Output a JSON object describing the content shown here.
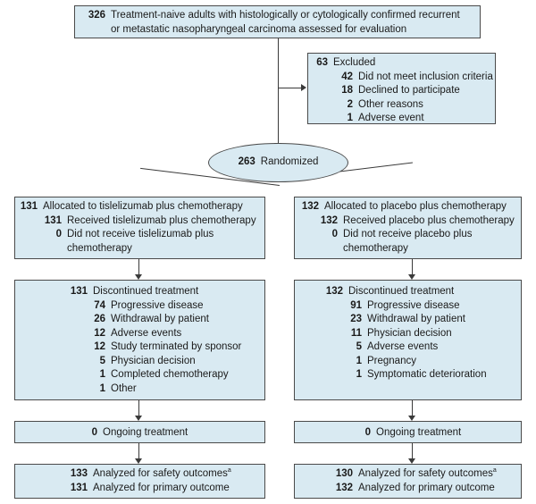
{
  "assessed": {
    "n": "326",
    "text1": "Treatment-naive adults with histologically or cytologically confirmed recurrent",
    "text2": "or metastatic nasopharyngeal carcinoma assessed for evaluation"
  },
  "excluded": {
    "n": "63",
    "label": "Excluded",
    "items": [
      {
        "n": "42",
        "label": "Did not meet inclusion criteria"
      },
      {
        "n": "18",
        "label": "Declined to participate"
      },
      {
        "n": "2",
        "label": "Other reasons"
      },
      {
        "n": "1",
        "label": "Adverse event"
      }
    ]
  },
  "randomized": {
    "n": "263",
    "label": "Randomized"
  },
  "left": {
    "allocated": {
      "n": "131",
      "label": "Allocated to tislelizumab plus chemotherapy"
    },
    "received": {
      "n": "131",
      "label": "Received tislelizumab plus chemotherapy"
    },
    "not_received": {
      "n": "0",
      "label1": "Did not receive tislelizumab plus",
      "label2": "chemotherapy"
    },
    "discontinued": {
      "n": "131",
      "label": "Discontinued treatment",
      "items": [
        {
          "n": "74",
          "label": "Progressive disease"
        },
        {
          "n": "26",
          "label": "Withdrawal by patient"
        },
        {
          "n": "12",
          "label": "Adverse events"
        },
        {
          "n": "12",
          "label": "Study terminated by sponsor"
        },
        {
          "n": "5",
          "label": "Physician decision"
        },
        {
          "n": "1",
          "label": "Completed chemotherapy"
        },
        {
          "n": "1",
          "label": "Other"
        }
      ]
    },
    "ongoing": {
      "n": "0",
      "label": "Ongoing treatment"
    },
    "safety": {
      "n": "133",
      "label": "Analyzed for safety outcomes",
      "sup": "a"
    },
    "primary": {
      "n": "131",
      "label": "Analyzed for primary outcome"
    }
  },
  "right": {
    "allocated": {
      "n": "132",
      "label": "Allocated to placebo plus chemotherapy"
    },
    "received": {
      "n": "132",
      "label": "Received placebo plus chemotherapy"
    },
    "not_received": {
      "n": "0",
      "label1": "Did not receive placebo plus",
      "label2": "chemotherapy"
    },
    "discontinued": {
      "n": "132",
      "label": "Discontinued treatment",
      "items": [
        {
          "n": "91",
          "label": "Progressive disease"
        },
        {
          "n": "23",
          "label": "Withdrawal by patient"
        },
        {
          "n": "11",
          "label": "Physician decision"
        },
        {
          "n": "5",
          "label": "Adverse events"
        },
        {
          "n": "1",
          "label": "Pregnancy"
        },
        {
          "n": "1",
          "label": "Symptomatic deterioration"
        }
      ]
    },
    "ongoing": {
      "n": "0",
      "label": "Ongoing treatment"
    },
    "safety": {
      "n": "130",
      "label": "Analyzed for safety outcomes",
      "sup": "a"
    },
    "primary": {
      "n": "132",
      "label": "Analyzed for primary outcome"
    }
  }
}
